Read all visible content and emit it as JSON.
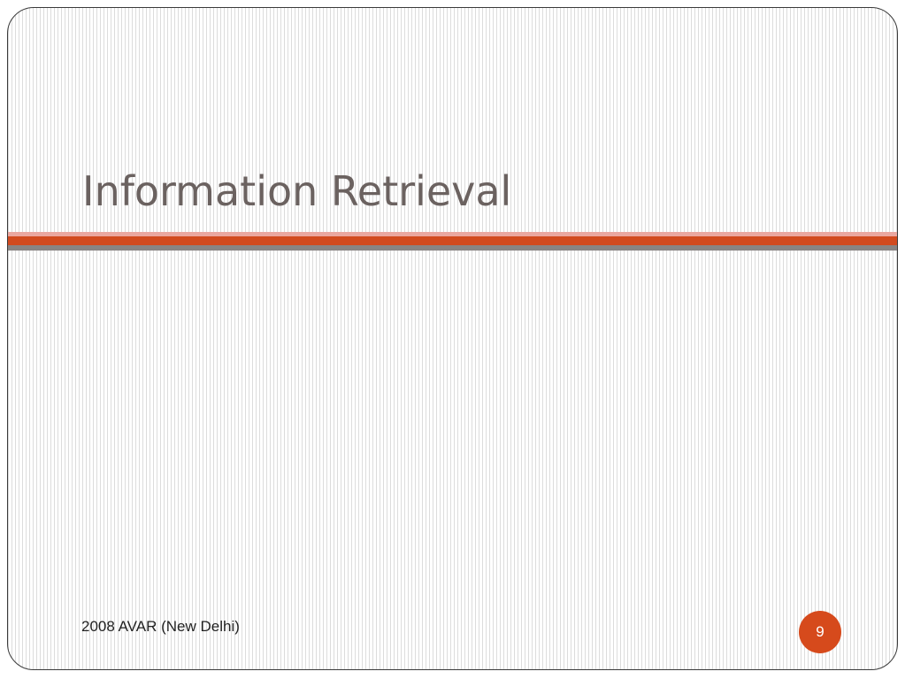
{
  "slide": {
    "title": "Information Retrieval",
    "footer": "2008 AVAR (New Delhi)",
    "page_number": "9"
  },
  "colors": {
    "accent_orange": "#d24a1f",
    "accent_pink": "#eaa7a0",
    "accent_gray": "#8a8483",
    "title_text": "#6b6260"
  }
}
